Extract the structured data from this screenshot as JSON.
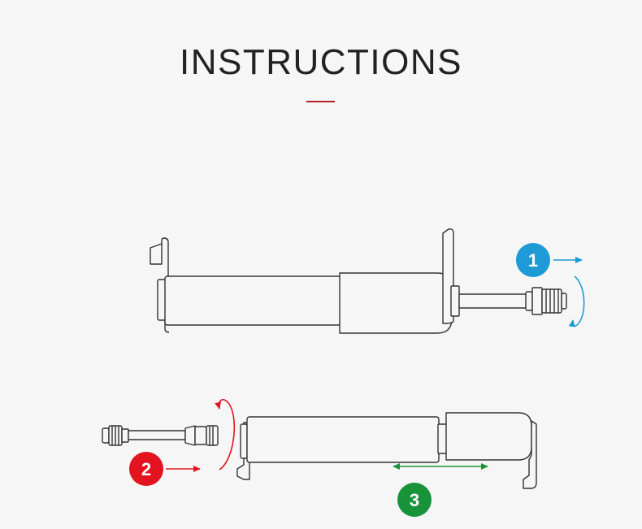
{
  "title": "INSTRUCTIONS",
  "colors": {
    "background": "#f6f6f6",
    "title": "#222222",
    "title_rule": "#b3202a",
    "outline": "#333333",
    "step1": "#1e9ad6",
    "step2": "#e3141f",
    "step3": "#19933a"
  },
  "steps": [
    {
      "number": "1"
    },
    {
      "number": "2"
    },
    {
      "number": "3"
    }
  ]
}
